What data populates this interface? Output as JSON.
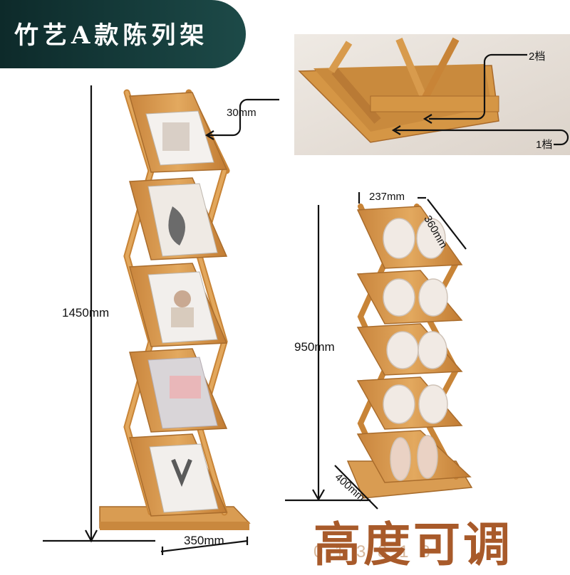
{
  "header": {
    "title": "竹艺A款陈列架"
  },
  "dimensions": {
    "left_height": "1450mm",
    "left_width": "350mm",
    "left_gap": "30mm",
    "right_height": "950mm",
    "right_width": "237mm",
    "right_depth": "360mm",
    "right_base": "400mm",
    "gear_2": "2档",
    "gear_1": "1档"
  },
  "footer": {
    "title": "高度可调",
    "sub": "0 1 3 8 1 8"
  },
  "colors": {
    "banner": "#163d3c",
    "bamboo": "#d79a4e",
    "bamboo_dark": "#b57731",
    "accent_text": "#a85a2a"
  }
}
